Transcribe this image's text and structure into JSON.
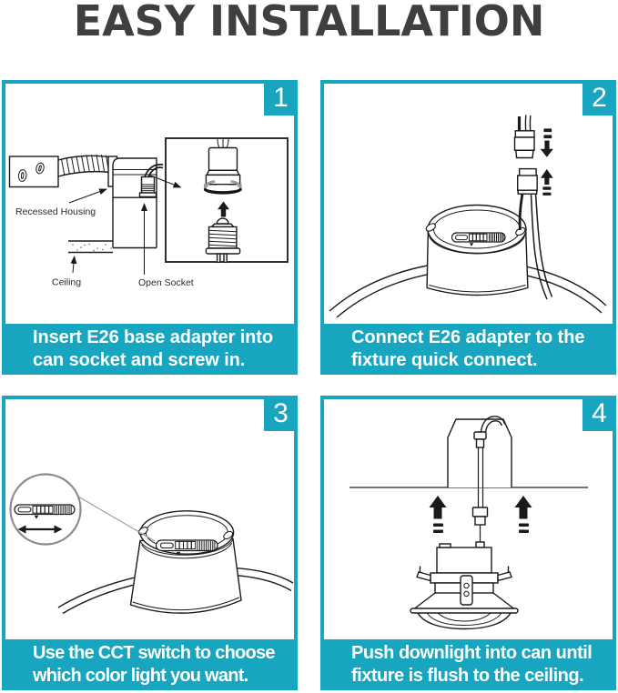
{
  "title": "EASY INSTALLATION",
  "colors": {
    "accent_teal": "#18a5bf",
    "title_gray": "#3f3f41",
    "line_ink": "#1a1a1a"
  },
  "panels": [
    {
      "number": "1",
      "caption": [
        "Insert E26 base adapter into",
        "can socket and screw in."
      ],
      "labels": {
        "recessed_housing": "Recessed Housing",
        "ceiling": "Ceiling",
        "open_socket": "Open Socket"
      }
    },
    {
      "number": "2",
      "caption": [
        "Connect E26 adapter to the",
        "fixture quick connect."
      ]
    },
    {
      "number": "3",
      "caption": [
        "Use the CCT switch to choose",
        "which color light you want."
      ]
    },
    {
      "number": "4",
      "caption": [
        "Push downlight into can until",
        "fixture is flush to the ceiling."
      ]
    }
  ]
}
